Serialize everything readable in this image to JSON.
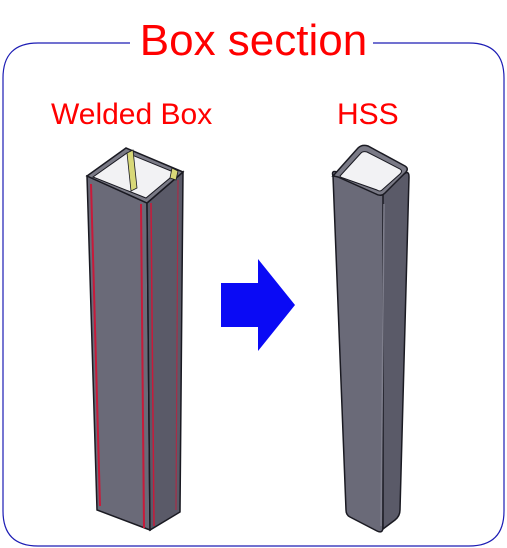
{
  "title": "Box section",
  "left_label": "Welded Box",
  "right_label": "HSS",
  "colors": {
    "title": "#ff0000",
    "label": "#ff0000",
    "frame": "#1c1cb4",
    "column_face_front": "#6a6a78",
    "column_face_side": "#5a5a68",
    "column_interior": "#f2f2f4",
    "column_edge": "#1a1a22",
    "weld": "#c81a3a",
    "inner_plate": "#d8d878",
    "arrow": "#0a0af5"
  },
  "icons": {
    "arrow": "right-arrow-icon"
  }
}
